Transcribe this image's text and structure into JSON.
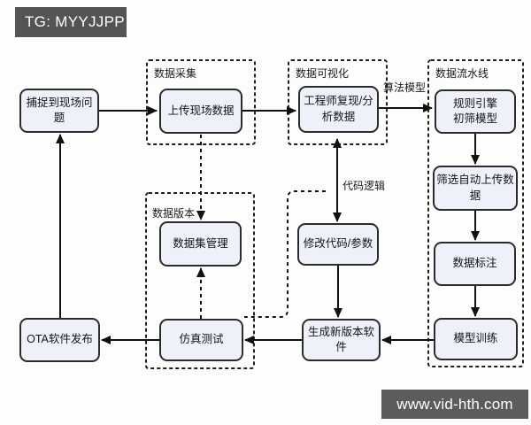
{
  "watermarks": {
    "tg_label": "TG: MYYJJPP",
    "website": "www.vid-hth.com"
  },
  "diagram": {
    "groups": {
      "collection": {
        "label": "数据采集"
      },
      "visualization": {
        "label": "数据可视化"
      },
      "pipeline": {
        "label": "数据流水线"
      },
      "version": {
        "label": "数据版本"
      }
    },
    "nodes": {
      "capture": {
        "label": "捕捉到现场问题"
      },
      "upload": {
        "label": "上传现场数据"
      },
      "engineer": {
        "label": "工程师复现/分\n析数据"
      },
      "rule_engine": {
        "label": "规则引擎\n初筛模型"
      },
      "filter_upload": {
        "label": "筛选自动上传数\n据"
      },
      "annotation": {
        "label": "数据标注"
      },
      "training": {
        "label": "模型训练"
      },
      "dataset_mgmt": {
        "label": "数据集管理"
      },
      "modify_code": {
        "label": "修改代码/参数"
      },
      "simulation": {
        "label": "仿真测试"
      },
      "new_version": {
        "label": "生成新版本软\n件"
      },
      "ota": {
        "label": "OTA软件发布"
      }
    },
    "edge_labels": {
      "algorithm_model": "算法模型",
      "code_logic": "代码逻辑"
    },
    "colors": {
      "node_fill": "#eef1f9",
      "node_border": "#2b2b2b",
      "group_border": "#1f1f1f",
      "arrow": "#111111",
      "tag_bg": "#545454",
      "footer_bg": "#5c5c5c",
      "background": "#fdfdfd"
    }
  }
}
